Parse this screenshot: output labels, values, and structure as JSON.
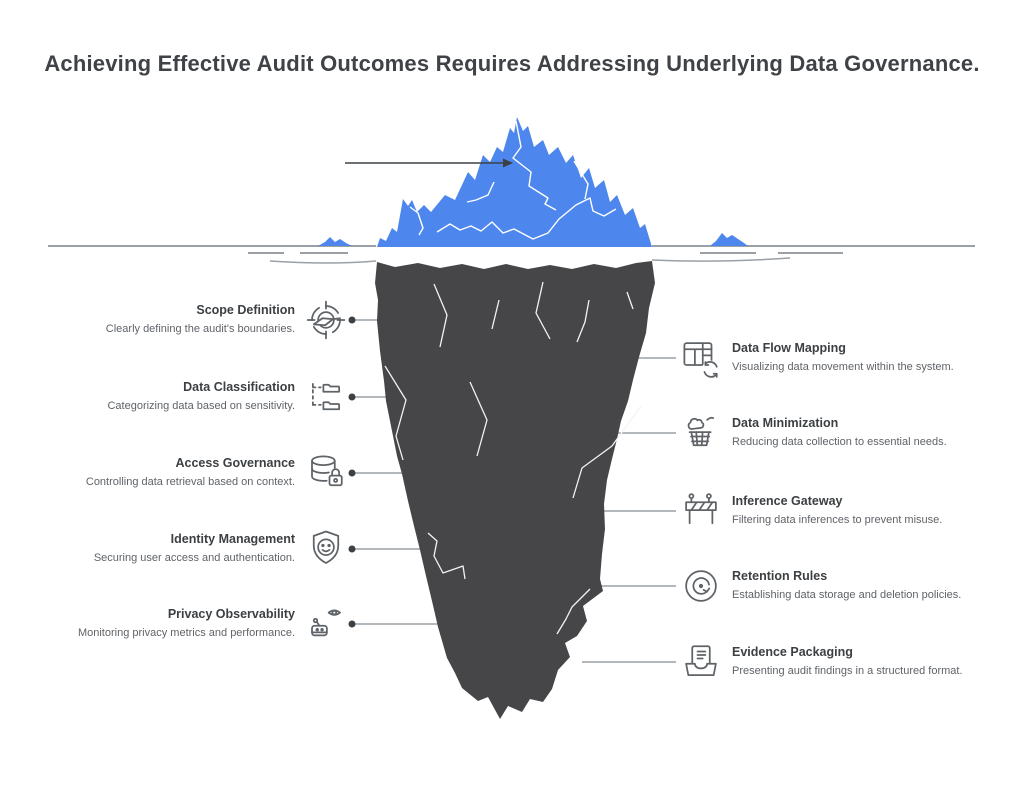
{
  "title": "Achieving Effective Audit Outcomes Requires Addressing Underlying Data Governance.",
  "colors": {
    "iceberg_above_water": "#4d86ec",
    "iceberg_below_water": "#464649",
    "waterline": "#9aa0a6",
    "heading_text": "#3f4347",
    "label_text": "#3c4043",
    "description_text": "#5f6368"
  },
  "left_items": [
    {
      "label": "Scope Definition",
      "description": "Clearly defining the audit's boundaries.",
      "icon": "target-scope-icon"
    },
    {
      "label": "Data Classification",
      "description": "Categorizing data based on sensitivity.",
      "icon": "folder-tree-icon"
    },
    {
      "label": "Access Governance",
      "description": "Controlling data retrieval based on context.",
      "icon": "database-lock-icon"
    },
    {
      "label": "Identity Management",
      "description": "Securing user access and authentication.",
      "icon": "shield-face-icon"
    },
    {
      "label": "Privacy Observability",
      "description": "Monitoring privacy metrics and performance.",
      "icon": "eye-bot-icon"
    }
  ],
  "right_items": [
    {
      "label": "Data Flow Mapping",
      "description": "Visualizing data movement within the system.",
      "icon": "table-sync-icon"
    },
    {
      "label": "Data Minimization",
      "description": "Reducing data collection to essential needs.",
      "icon": "trash-cloud-icon"
    },
    {
      "label": "Inference Gateway",
      "description": "Filtering data inferences to prevent misuse.",
      "icon": "barrier-icon"
    },
    {
      "label": "Retention Rules",
      "description": "Establishing data storage and deletion policies.",
      "icon": "rotate-arrow-icon"
    },
    {
      "label": "Evidence Packaging",
      "description": "Presenting audit findings in a structured format.",
      "icon": "inbox-document-icon"
    }
  ]
}
